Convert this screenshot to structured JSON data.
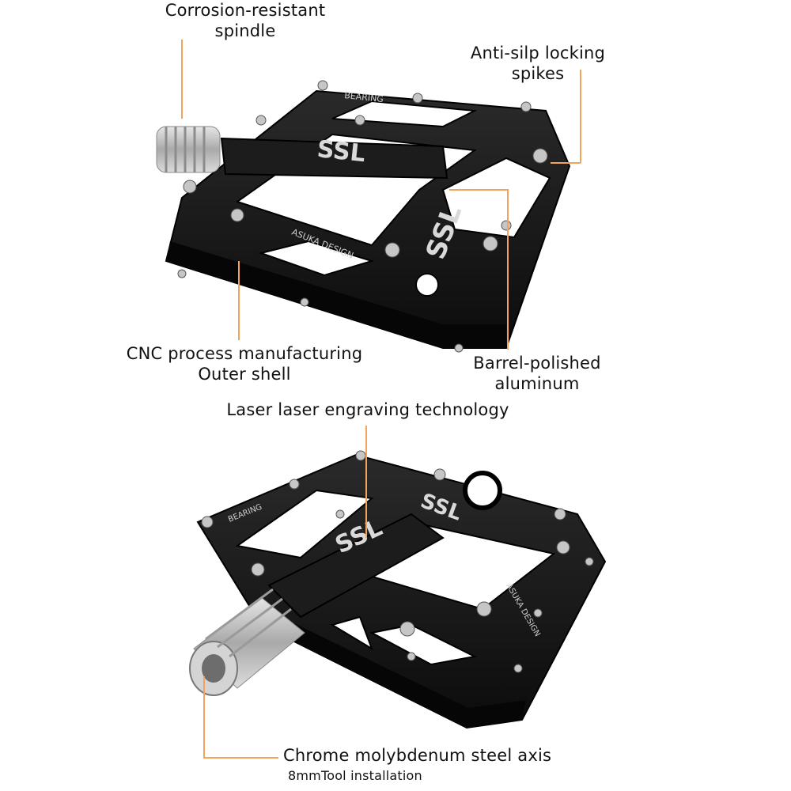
{
  "callouts": {
    "spindle": {
      "line1": "Corrosion-resistant",
      "line2": "spindle"
    },
    "spikes": {
      "line1": "Anti-silp locking",
      "line2": "spikes"
    },
    "cnc": {
      "line1": "CNC process manufacturing",
      "line2": "Outer shell"
    },
    "aluminum": {
      "line1": "Barrel-polished",
      "line2": "aluminum"
    },
    "laser": {
      "line1": "Laser laser engraving technology"
    },
    "axis": {
      "line1": "Chrome molybdenum steel axis",
      "line2": "8mmTool installation"
    }
  },
  "pedal_markings": {
    "top_bearing": "BEARING",
    "top_design": "ASUKA DESIGN",
    "top_logo": "SSL",
    "bottom_bearing": "BEARING",
    "bottom_design": "ASUKA DESIGN",
    "bottom_logo": "SSL"
  },
  "colors": {
    "leader": "#f2a35c",
    "pedal_body": "#141414",
    "spindle": "#bdbdbd"
  }
}
